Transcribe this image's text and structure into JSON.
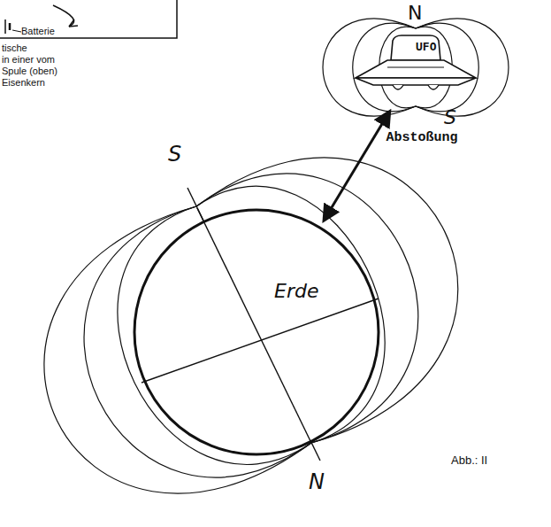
{
  "diagram": {
    "nodes": [
      {
        "text": [
          "UFO"
        ]
      },
      {
        "text": [
          "Erde"
        ]
      }
    ],
    "edges": [
      {
        "from": 0,
        "to": 1,
        "arrow": "both",
        "label": "Abstoßung"
      }
    ],
    "labels": [
      "Batterie",
      "tische",
      "in einer vom",
      "Spule (oben)",
      "Eisenkern",
      "N",
      "S",
      "S",
      "N",
      "Abb.: II"
    ]
  }
}
